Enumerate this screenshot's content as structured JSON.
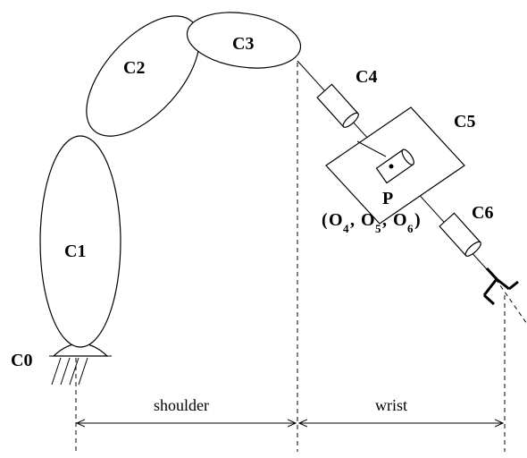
{
  "labels": {
    "c0": "C0",
    "c1": "C1",
    "c2": "C2",
    "c3": "C3",
    "c4": "C4",
    "c5": "C5",
    "c6": "C6",
    "p": "P",
    "o4": "O",
    "o4_sub": "4",
    "o5": "O",
    "o5_sub": "5",
    "o6": "O",
    "o6_sub": "6",
    "paren_open": "(",
    "comma1": ",",
    "comma2": ",",
    "paren_close": ")"
  },
  "dimensions": {
    "shoulder": "shoulder",
    "wrist": "wrist"
  }
}
